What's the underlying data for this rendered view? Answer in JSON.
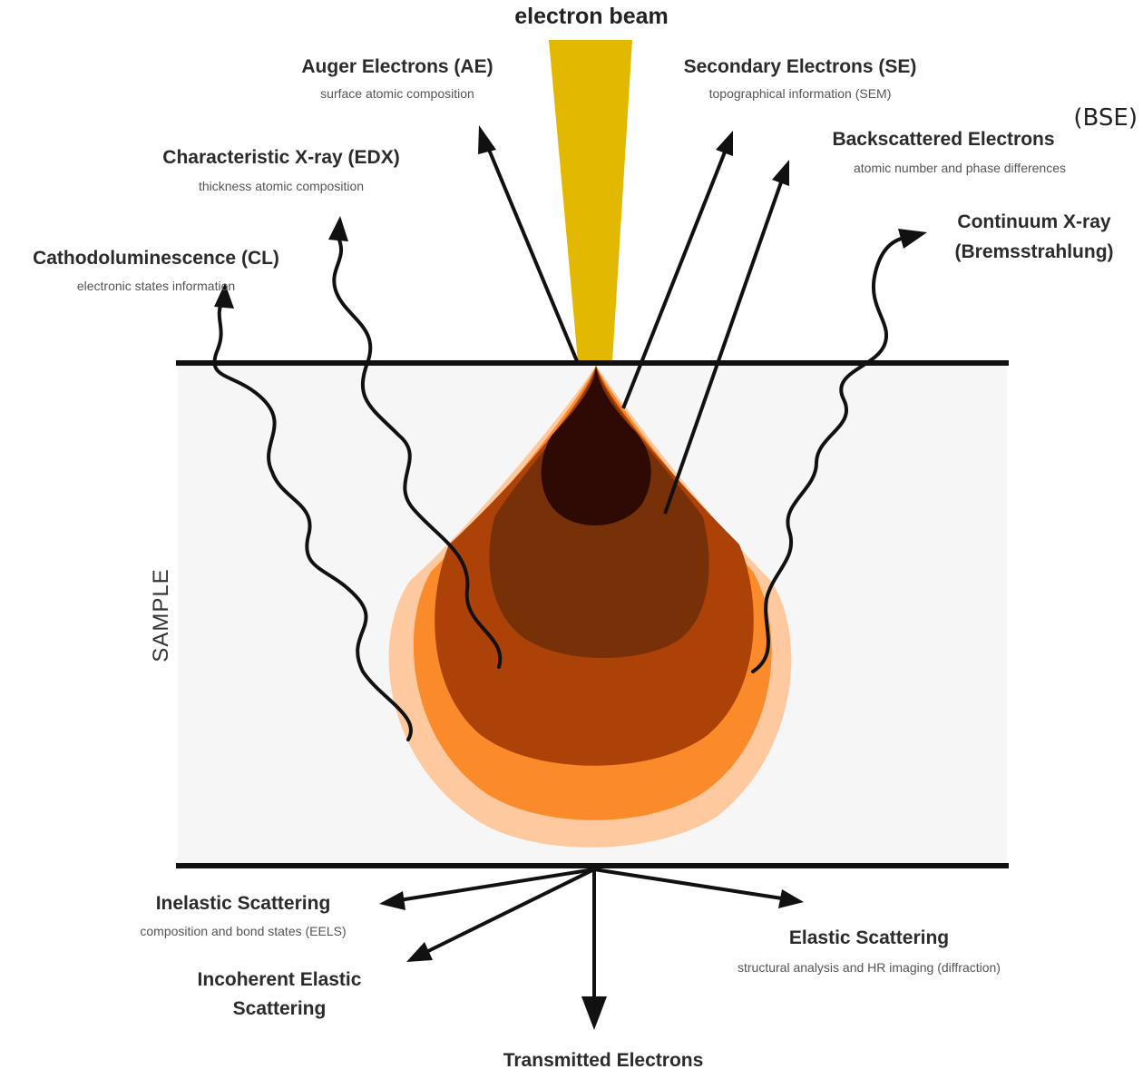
{
  "beam": {
    "label": "electron beam",
    "color": "#e2b800"
  },
  "sample": {
    "label": "SAMPLE",
    "background": "#f6f6f6"
  },
  "interaction_volume": {
    "colors": [
      "#ffc9a0",
      "#fb8a2a",
      "#ad4208",
      "#773008",
      "#2f0a04"
    ]
  },
  "signals_top": [
    {
      "id": "ae",
      "title": "Auger Electrons (AE)",
      "subtitle": "surface atomic composition",
      "arrow": "straight"
    },
    {
      "id": "se",
      "title": "Secondary Electrons (SE)",
      "subtitle": "topographical information (SEM)",
      "arrow": "straight"
    },
    {
      "id": "bse",
      "title": "Backscattered Electrons",
      "title_suffix": "(BSE)",
      "subtitle": "atomic number and phase differences",
      "arrow": "straight"
    },
    {
      "id": "edx",
      "title": "Characteristic X-ray (EDX)",
      "subtitle": "thickness atomic composition",
      "arrow": "wavy"
    },
    {
      "id": "cl",
      "title": "Cathodoluminescence (CL)",
      "subtitle": "electronic states information",
      "arrow": "wavy"
    },
    {
      "id": "brems",
      "title": "Continuum X-ray",
      "title_line2": "(Bremsstrahlung)",
      "arrow": "wavy"
    }
  ],
  "signals_bottom": [
    {
      "id": "inelastic",
      "title": "Inelastic Scattering",
      "subtitle": "composition and bond states (EELS)"
    },
    {
      "id": "incoherent",
      "title": "Incoherent Elastic",
      "title_line2": "Scattering"
    },
    {
      "id": "elastic",
      "title": "Elastic Scattering",
      "subtitle": "structural analysis and HR imaging (diffraction)"
    },
    {
      "id": "transmitted",
      "title": "Transmitted Electrons"
    }
  ]
}
